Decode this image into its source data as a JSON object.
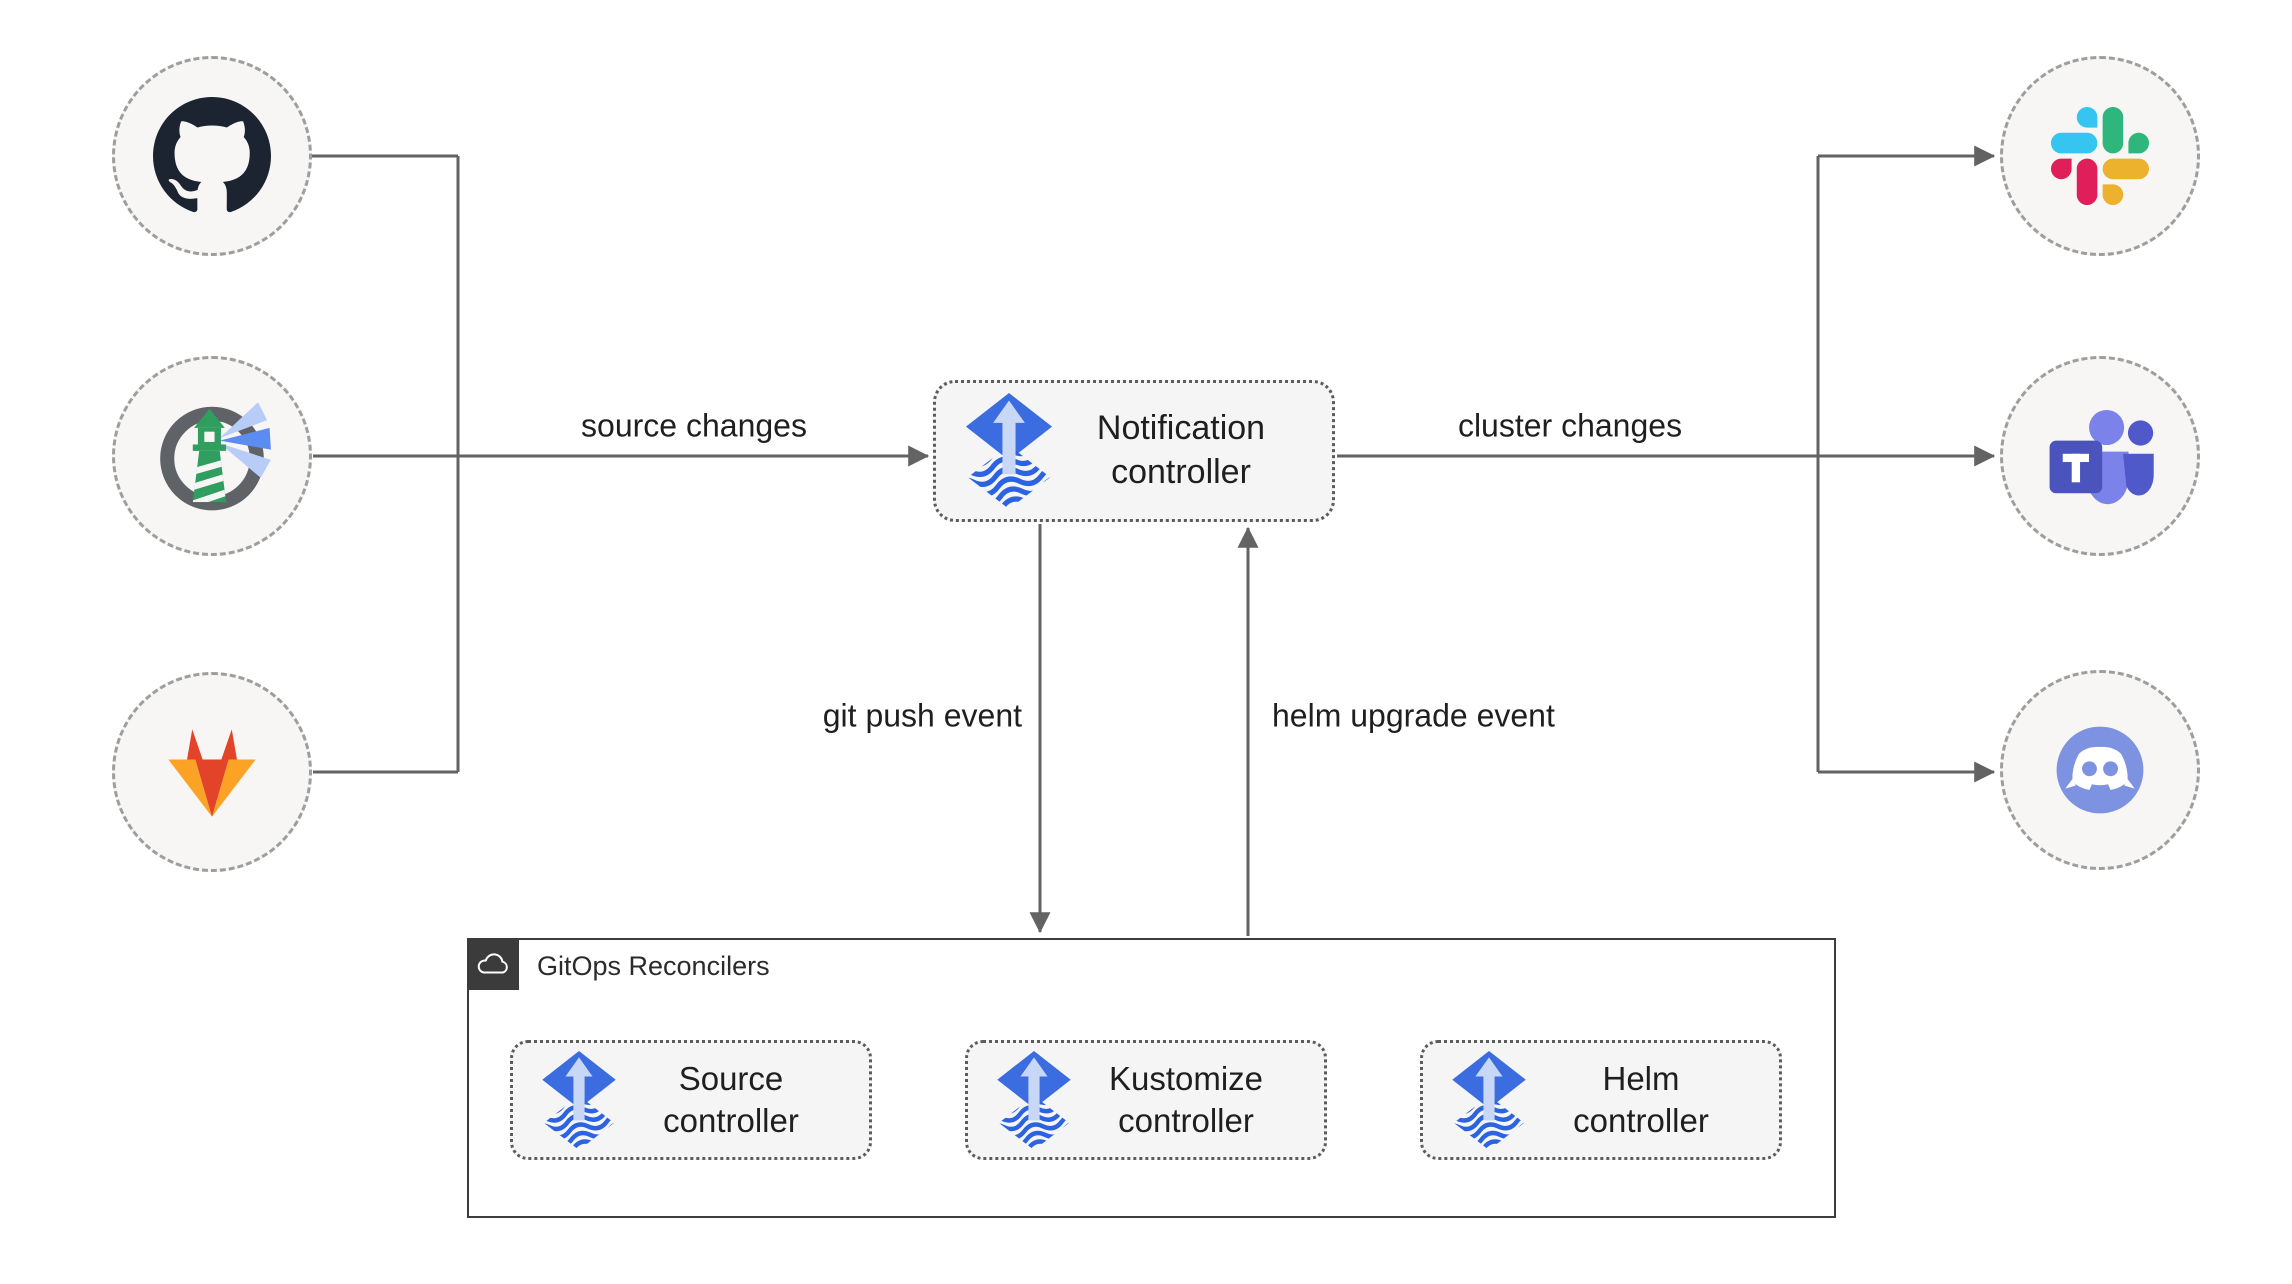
{
  "edges": {
    "source_changes": "source changes",
    "cluster_changes": "cluster changes",
    "git_push": "git push event",
    "helm_upgrade": "helm upgrade event"
  },
  "nodes": {
    "notification": {
      "label": "Notification controller"
    },
    "source": {
      "label": "Source controller"
    },
    "kustomize": {
      "label": "Kustomize controller"
    },
    "helm": {
      "label": "Helm controller"
    }
  },
  "group": {
    "label": "GitOps Reconcilers"
  },
  "icons": {
    "left_sources": [
      "github-icon",
      "harbor-lighthouse-icon",
      "gitlab-icon"
    ],
    "right_targets": [
      "slack-icon",
      "ms-teams-icon",
      "discord-icon"
    ],
    "node_icon": "flux-logo-icon",
    "group_badge": "cloud-icon"
  },
  "colors": {
    "canvas": "#ffffff",
    "node-fill": "#f5f5f5",
    "circle-fill": "#f7f6f4",
    "line": "#636363",
    "text": "#1f1f1f",
    "dotted": "#5c5c5c",
    "circle-border": "#9e9e9e",
    "outer-border": "#3d3d3d",
    "badge-bg": "#3b3b3b",
    "flux-blue": "#3b6ce0",
    "flux-light": "#c9d7f6",
    "flux-stripe": "#2c63e0",
    "github": "#1b2430",
    "gitlab-red": "#e24329",
    "gitlab-orange": "#fc6d26",
    "gitlab-yellow": "#fca326",
    "harbor-ring": "#5f6368",
    "harbor-green": "#2f9e5f",
    "harbor-beam": "#b7cdf8",
    "harbor-beam2": "#5b8df0",
    "slack-blue": "#36c5f0",
    "slack-green": "#2eb67d",
    "slack-yellow": "#ecb22e",
    "slack-red": "#e01e5a",
    "teams-dark": "#4b53bc",
    "teams-mid": "#5059c9",
    "teams-light": "#7b83eb",
    "discord": "#7d92e0"
  }
}
